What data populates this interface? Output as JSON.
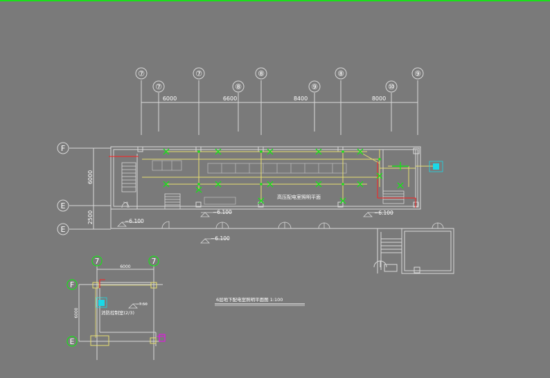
{
  "axes": {
    "columns": [
      "⑦",
      "⑦",
      "⑦",
      "⑧",
      "⑧",
      "⑨",
      "⑧",
      "⑩",
      "⑨"
    ],
    "rows": [
      "F",
      "E",
      "E"
    ],
    "plan2_columns": [
      "7",
      "7"
    ],
    "plan2_rows": [
      "F",
      "E"
    ]
  },
  "dimensions": {
    "top": [
      "6000",
      "6600",
      "8400",
      "8000"
    ],
    "left": [
      "6000",
      "2500"
    ],
    "plan2_top": "6000",
    "plan2_left": "6000"
  },
  "elevations": {
    "e1": "−6.100",
    "e2": "−6.100",
    "e3": "−6.100",
    "e4": "−6.100",
    "e5": "−7.50"
  },
  "labels": {
    "hall": "高压配电室照明平面",
    "plan_title": "6层地下配电室照明平面图  1:100",
    "plan2_room": "消防控制室(2/3)"
  },
  "colors": {
    "background": "#7a7a7a",
    "walls": "#d9d9d9",
    "wiring": "#e8e070",
    "fixtures": "#19e119",
    "red": "#ff2020",
    "cyan": "#19d9e8",
    "magenta": "#e019e0"
  }
}
